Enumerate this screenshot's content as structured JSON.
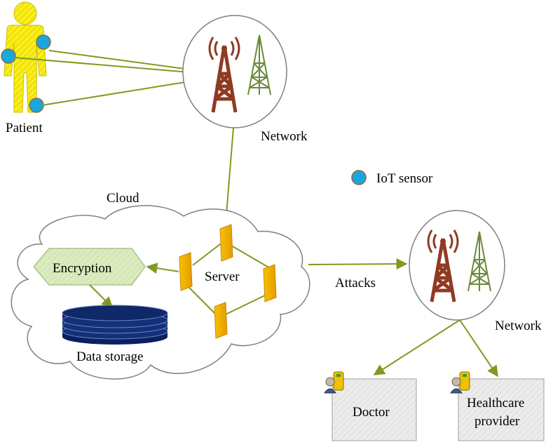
{
  "labels": {
    "patient": "Patient",
    "network_top": "Network",
    "iot_sensor": "IoT sensor",
    "cloud": "Cloud",
    "encryption": "Encryption",
    "server": "Server",
    "data_storage": "Data storage",
    "attacks": "Attacks",
    "network_right": "Network",
    "doctor": "Doctor",
    "healthcare_line1": "Healthcare",
    "healthcare_line2": "provider"
  },
  "colors": {
    "arrow": "#7f9a1f",
    "sensor": "#1aa7e0",
    "patient": "#f2e600",
    "server": "#f5b800",
    "encryption": "#d5e8b5",
    "storage": "#0b2060",
    "tower_red": "#8f3a22",
    "tower_green": "#6b8a38"
  },
  "icons": {
    "tower": "radio-tower-icon",
    "person": "person-icon",
    "database": "database-icon",
    "user_badge": "user-badge-icon"
  }
}
